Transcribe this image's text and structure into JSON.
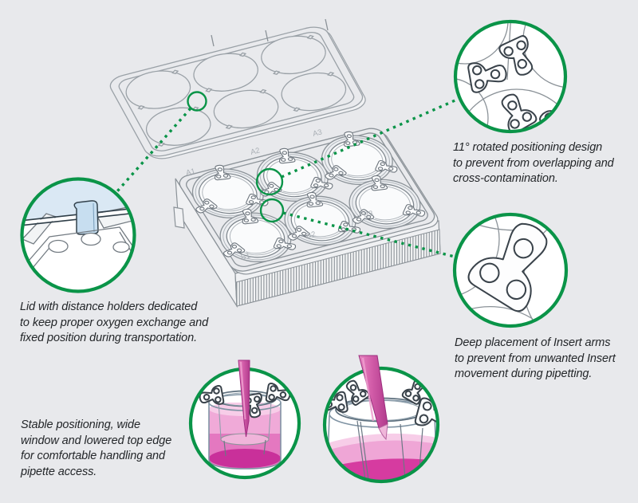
{
  "colors": {
    "background": "#e8e9ec",
    "accent_green": "#0a9448",
    "line_gray": "#8b9298",
    "lid_blue": "#dae8f4",
    "holder_blue": "#c7def0",
    "media_pink_light": "#f7cde8",
    "media_pink": "#ee9fd3",
    "media_pink_dark": "#c9309a",
    "pipette_pink": "#d25ca8"
  },
  "captions": {
    "rotation": {
      "lines": [
        "11° rotated positioning design",
        "to prevent from overlapping and",
        "cross-contamination."
      ]
    },
    "lid": {
      "lines": [
        "Lid with distance holders dedicated",
        "to keep proper oxygen exchange and",
        "fixed position during transportation."
      ]
    },
    "arms": {
      "lines": [
        "Deep placement of Insert arms",
        "to prevent from unwanted Insert",
        "movement during pipetting."
      ]
    },
    "handling": {
      "lines": [
        "Stable positioning, wide",
        "window and lowered top edge",
        "for comfortable handling and",
        "pipette access."
      ]
    }
  },
  "plate": {
    "well_labels": [
      "A1",
      "A2",
      "A3",
      "B1",
      "B2",
      "B3"
    ]
  },
  "callouts": {
    "rotation_detail": "rotated-inserts-detail",
    "lid_holder_detail": "lid-distance-holder-detail",
    "arm_detail": "insert-arm-detail",
    "pipette_top_detail": "pipette-in-insert-detail",
    "pipette_side_detail": "pipette-window-detail"
  }
}
